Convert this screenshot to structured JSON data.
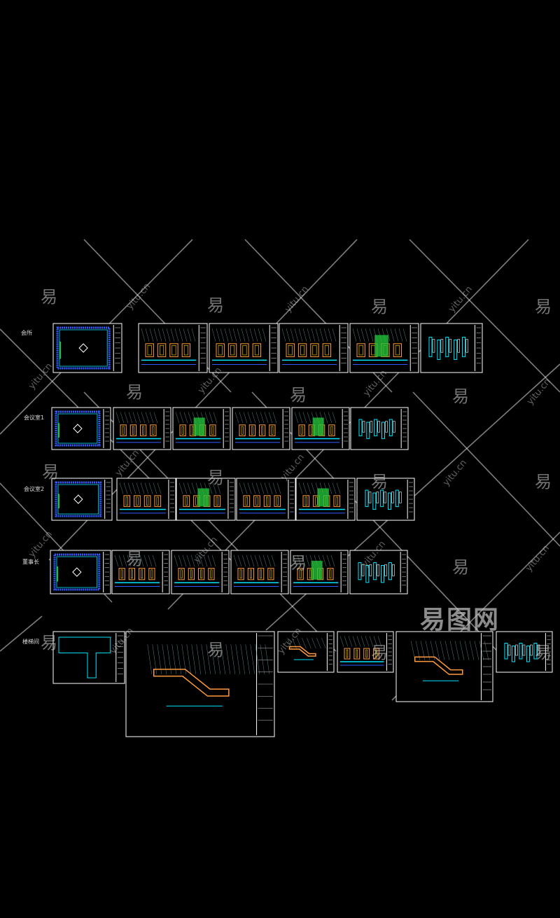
{
  "rows": [
    {
      "label": "会所",
      "sheets": 6
    },
    {
      "label": "会议室1",
      "sheets": 6
    },
    {
      "label": "会议室2",
      "sheets": 6
    },
    {
      "label": "董事长",
      "sheets": 6
    },
    {
      "label": "楼梯间",
      "sheets": 6
    }
  ],
  "watermark": {
    "char": "易",
    "url": "yitu.cn",
    "logo": "易图网"
  },
  "colors": {
    "background": "#000000",
    "frame": "#ffffff",
    "cyan": "#00e5ff",
    "yellow": "#ffd400",
    "blue": "#2f5bff",
    "green": "#23c13a",
    "orange": "#ff9a3c",
    "magenta": "#e23bd8"
  }
}
